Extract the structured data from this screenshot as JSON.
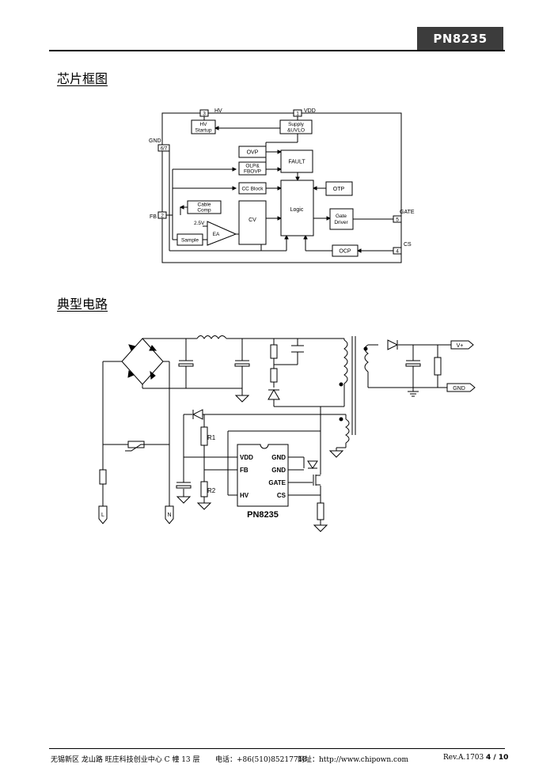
{
  "header": {
    "part_number": "PN8235"
  },
  "sections": {
    "block_diagram_title": "芯片框图",
    "typical_circuit_title": "典型电路"
  },
  "block_diagram": {
    "pins": {
      "hv_num": "3",
      "hv": "HV",
      "vdd_num": "1",
      "vdd": "VDD",
      "gnd": "GND",
      "gnd_num": "6/7",
      "fb": "FB",
      "fb_num": "2",
      "gate": "GATE",
      "gate_num": "5",
      "cs": "CS",
      "cs_num": "4"
    },
    "blocks": {
      "hv_startup_1": "HV",
      "hv_startup_2": "Startup",
      "supply_1": "Supply",
      "supply_2": "&UVLO",
      "ovp": "OVP",
      "olp_1": "OLP&",
      "olp_2": "FBOVP",
      "fault": "FAULT",
      "cc_block": "CC Block",
      "otp": "OTP",
      "cable_1": "Cable",
      "cable_2": "Comp",
      "cv": "CV",
      "logic": "Logic",
      "gate_driver_1": "Gate",
      "gate_driver_2": "Driver",
      "ref": "2.5V",
      "ea": "EA",
      "sample": "Sample",
      "ocp": "OCP"
    }
  },
  "circuit": {
    "chip_name": "PN8235",
    "chip_pins": {
      "vdd": "VDD",
      "fb": "FB",
      "hv": "HV",
      "gnd1": "GND",
      "gnd2": "GND",
      "gate": "GATE",
      "cs": "CS"
    },
    "r1": "R1",
    "r2": "R2",
    "vplus": "V+",
    "gnd_out": "GND",
    "line_l": "L",
    "line_n": "N"
  },
  "footer": {
    "address": "无锡新区 龙山路 旺庄科技创业中心 C 幢 13 层",
    "phone": "电话：+86(510)85217718",
    "website": "网址：http://www.chipown.com",
    "revision": "Rev.A.1703",
    "page": "4 / 10"
  }
}
